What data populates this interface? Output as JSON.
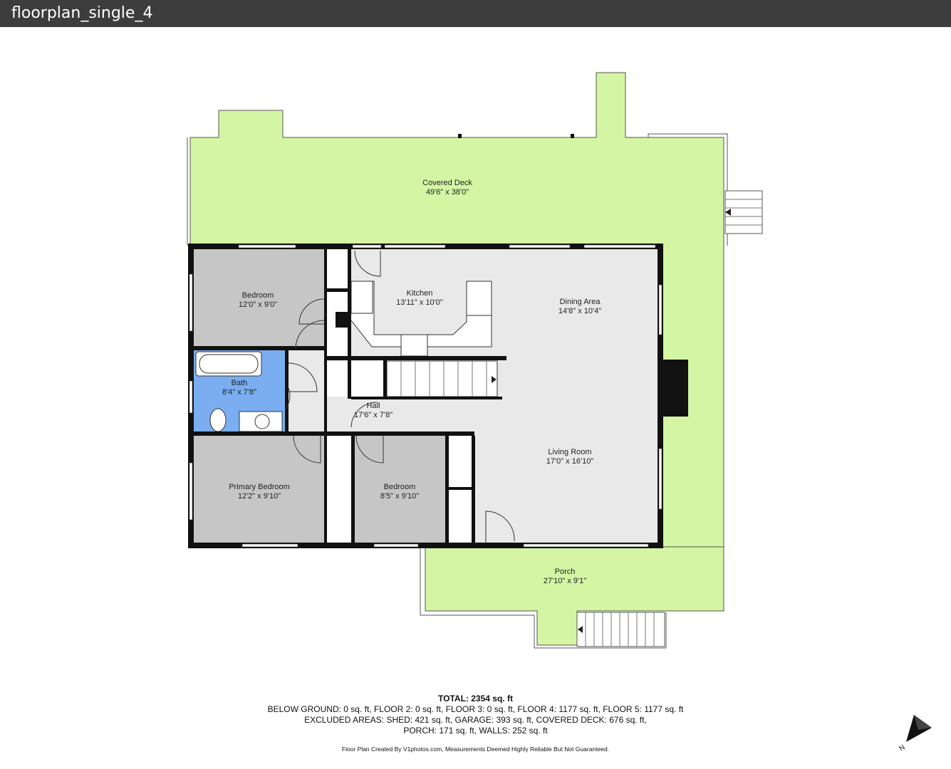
{
  "window": {
    "title": "floorplan_single_4"
  },
  "rooms": {
    "covered_deck": {
      "name": "Covered Deck",
      "dims": "49'6\" x 38'0\""
    },
    "bedroom_1": {
      "name": "Bedroom",
      "dims": "12'0\" x 9'0\""
    },
    "kitchen": {
      "name": "Kitchen",
      "dims": "13'11\" x 10'0\""
    },
    "dining_area": {
      "name": "Dining Area",
      "dims": "14'8\" x 10'4\""
    },
    "bath": {
      "name": "Bath",
      "dims": "8'4\" x 7'8\""
    },
    "hall": {
      "name": "Hall",
      "dims": "17'6\" x 7'8\""
    },
    "living_room": {
      "name": "Living Room",
      "dims": "17'0\" x 16'10\""
    },
    "primary_bedroom": {
      "name": "Primary Bedroom",
      "dims": "12'2\" x 9'10\""
    },
    "bedroom_2": {
      "name": "Bedroom",
      "dims": "8'5\" x 9'10\""
    },
    "porch": {
      "name": "Porch",
      "dims": "27'10\" x 9'1\""
    }
  },
  "summary": {
    "total": "TOTAL: 2354 sq. ft",
    "line1": "BELOW GROUND: 0 sq. ft, FLOOR 2: 0 sq. ft, FLOOR 3: 0 sq. ft, FLOOR 4: 1177 sq. ft, FLOOR 5: 1177 sq. ft",
    "line2": "EXCLUDED AREAS: SHED: 421 sq. ft, GARAGE: 393 sq. ft, COVERED DECK: 676 sq. ft,",
    "line3": "PORCH: 171 sq. ft, WALLS: 252 sq. ft",
    "credit": "Floor Plan Created By V1photos.com, Measurements Deemed Highly Reliable But Not Guaranteed."
  },
  "compass": {
    "label": "N"
  },
  "colors": {
    "deck": "#d4f5a4",
    "room_gray": "#c6c6c6",
    "room_light": "#e9e9e9",
    "bath_blue": "#7aaef0",
    "wall": "#111111",
    "title_bar": "#3d3d3d"
  }
}
